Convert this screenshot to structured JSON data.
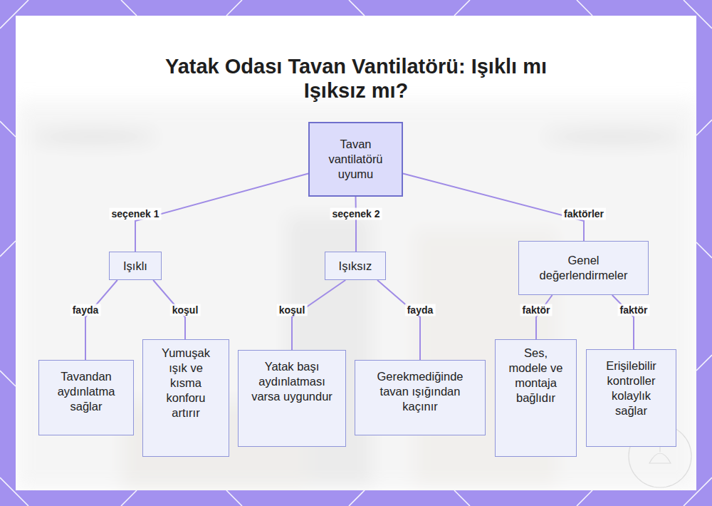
{
  "diagram": {
    "title": "Yatak Odası Tavan Vantilatörü: Işıklı mı Işıksız mı?",
    "nodes": [
      {
        "text": [
          "Tavan vantilatörü uyumu"
        ]
      },
      {
        "text": [
          "Işıklı"
        ]
      },
      {
        "text": [
          "Işıksız"
        ]
      },
      {
        "text": [
          "Genel değerlendirmeler"
        ]
      },
      {
        "text": [
          "Tavandan aydınlatma sağlar"
        ]
      },
      {
        "text": [
          "Yumuşak ışık ve kısma konforu artırır"
        ]
      },
      {
        "text": [
          "Yatak başı aydınlatması varsa uygundur"
        ]
      },
      {
        "text": [
          "Gerekmediğinde tavan ışığından kaçınır"
        ]
      },
      {
        "text": [
          "Ses, modele ve montaja bağlıdır"
        ]
      },
      {
        "text": [
          "Erişilebilir kontroller kolaylık sağlar"
        ]
      }
    ],
    "edges": [
      {
        "from": 0,
        "to": 1,
        "label": "seçenek 1",
        "arrow": "none"
      },
      {
        "from": 0,
        "to": 2,
        "label": "seçenek 2",
        "arrow": "none"
      },
      {
        "from": 0,
        "to": 3,
        "label": "faktörler",
        "arrow": "none"
      },
      {
        "from": 1,
        "to": 4,
        "label": "fayda",
        "arrow": "none"
      },
      {
        "from": 1,
        "to": 5,
        "label": "koşul",
        "arrow": "none"
      },
      {
        "from": 2,
        "to": 6,
        "label": "koşul",
        "arrow": "none"
      },
      {
        "from": 2,
        "to": 7,
        "label": "fayda",
        "arrow": "none"
      },
      {
        "from": 3,
        "to": 8,
        "label": "faktör",
        "arrow": "none"
      },
      {
        "from": 3,
        "to": 9,
        "label": "faktör",
        "arrow": "none"
      }
    ]
  }
}
